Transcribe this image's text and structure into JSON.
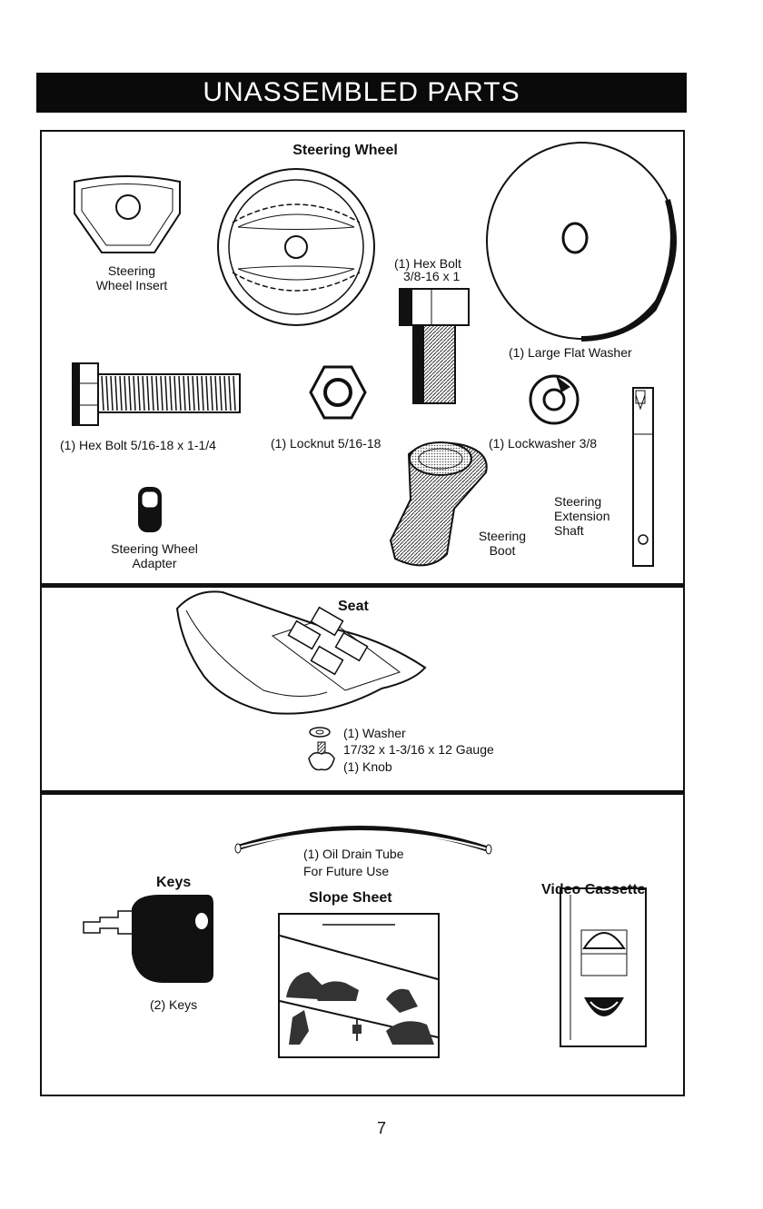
{
  "banner": {
    "title": "UNASSEMBLED PARTS"
  },
  "section1": {
    "steering_wheel_title": "Steering Wheel",
    "insert_label_1": "Steering",
    "insert_label_2": "Wheel Insert",
    "hex_bolt_small_1": "(1) Hex Bolt",
    "hex_bolt_small_2": "3/8-16 x 1",
    "large_flat_washer": "(1) Large Flat Washer",
    "hex_bolt_long": "(1) Hex Bolt  5/16-18 x 1-1/4",
    "locknut": "(1) Locknut  5/16-18",
    "lockwasher": "(1) Lockwasher  3/8",
    "adapter_1": "Steering Wheel",
    "adapter_2": "Adapter",
    "boot_1": "Steering",
    "boot_2": "Boot",
    "shaft_1": "Steering",
    "shaft_2": "Extension",
    "shaft_3": "Shaft"
  },
  "section2": {
    "seat_title": "Seat",
    "washer_1": "(1) Washer",
    "washer_2": "17/32 x 1-3/16 x 12 Gauge",
    "knob": "(1) Knob"
  },
  "section3": {
    "oil_tube_1": "(1) Oil Drain Tube",
    "oil_tube_2": "For Future Use",
    "keys_title": "Keys",
    "keys_label": "(2) Keys",
    "slope_title": "Slope Sheet",
    "video_title": "Video Cassette"
  },
  "page_number": "7"
}
